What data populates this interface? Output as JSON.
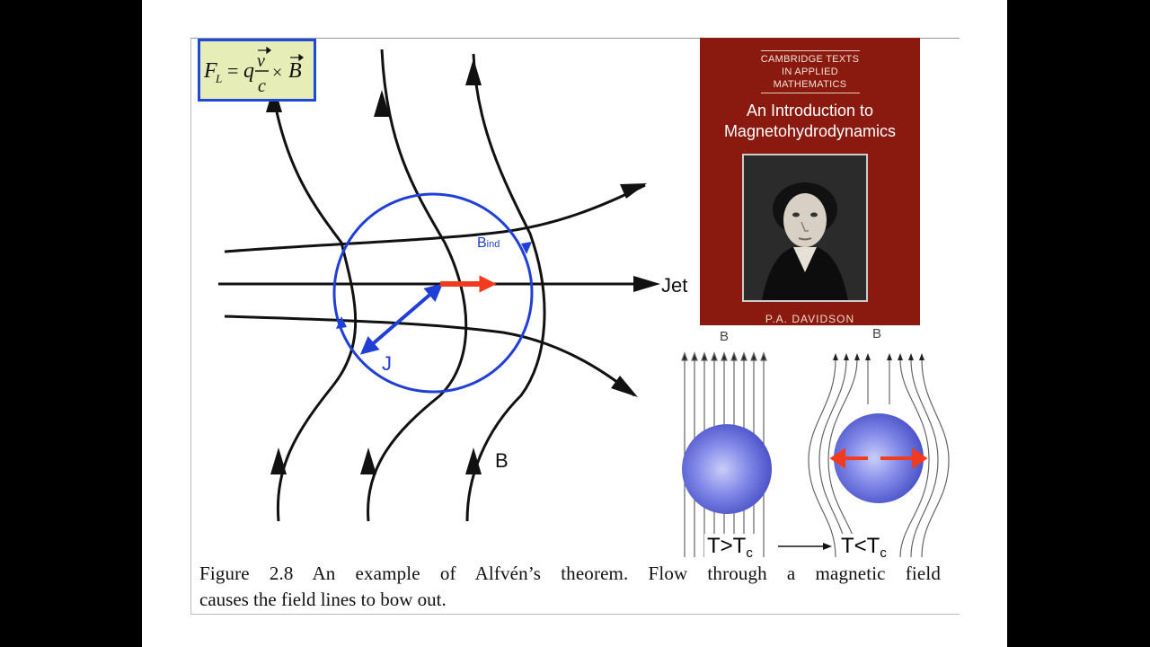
{
  "formula": {
    "label": "F_L = q (v/c) × B",
    "F": "F",
    "L": "L",
    "eq": "=",
    "q": "q",
    "v": "v",
    "c": "c",
    "times": "×",
    "B": "B"
  },
  "diagram": {
    "jet_label": "Jet",
    "b_ind_main": "B",
    "b_ind_sub": "ind",
    "j_label": "J",
    "b_label": "B"
  },
  "book": {
    "series": [
      "CAMBRIDGE TEXTS",
      "IN APPLIED",
      "MATHEMATICS"
    ],
    "title_line1": "An Introduction to",
    "title_line2": "Magnetohydrodynamics",
    "author": "P.A. DAVIDSON"
  },
  "superconductor": {
    "b_left": "B",
    "b_right": "B",
    "t_above_main": "T>T",
    "t_above_sub": "c",
    "t_below_main": "T<T",
    "t_below_sub": "c"
  },
  "caption": {
    "line1": "Figure 2.8 An example of Alfvén’s theorem. Flow through a magnetic field",
    "line2": "causes the field lines to bow out."
  },
  "colors": {
    "circle_blue": "#1f3fd6",
    "arrow_red": "#f23a1f",
    "formula_bg": "#e6edb7",
    "book_red": "#8a1a10"
  }
}
